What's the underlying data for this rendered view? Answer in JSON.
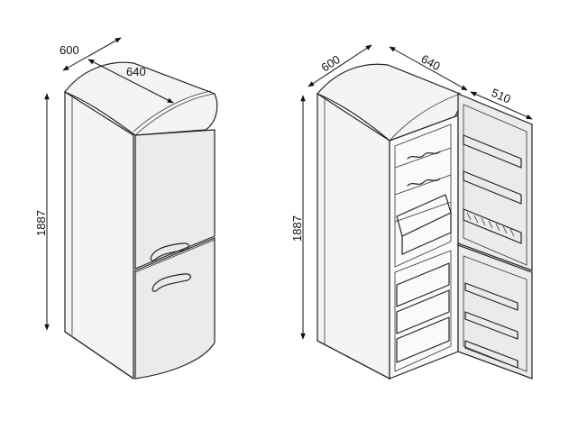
{
  "left_view": {
    "width_label": "600",
    "depth_label": "640",
    "height_label": "1887"
  },
  "right_view": {
    "width_label": "600",
    "depth_label": "640",
    "door_label": "510",
    "height_label": "1887"
  }
}
